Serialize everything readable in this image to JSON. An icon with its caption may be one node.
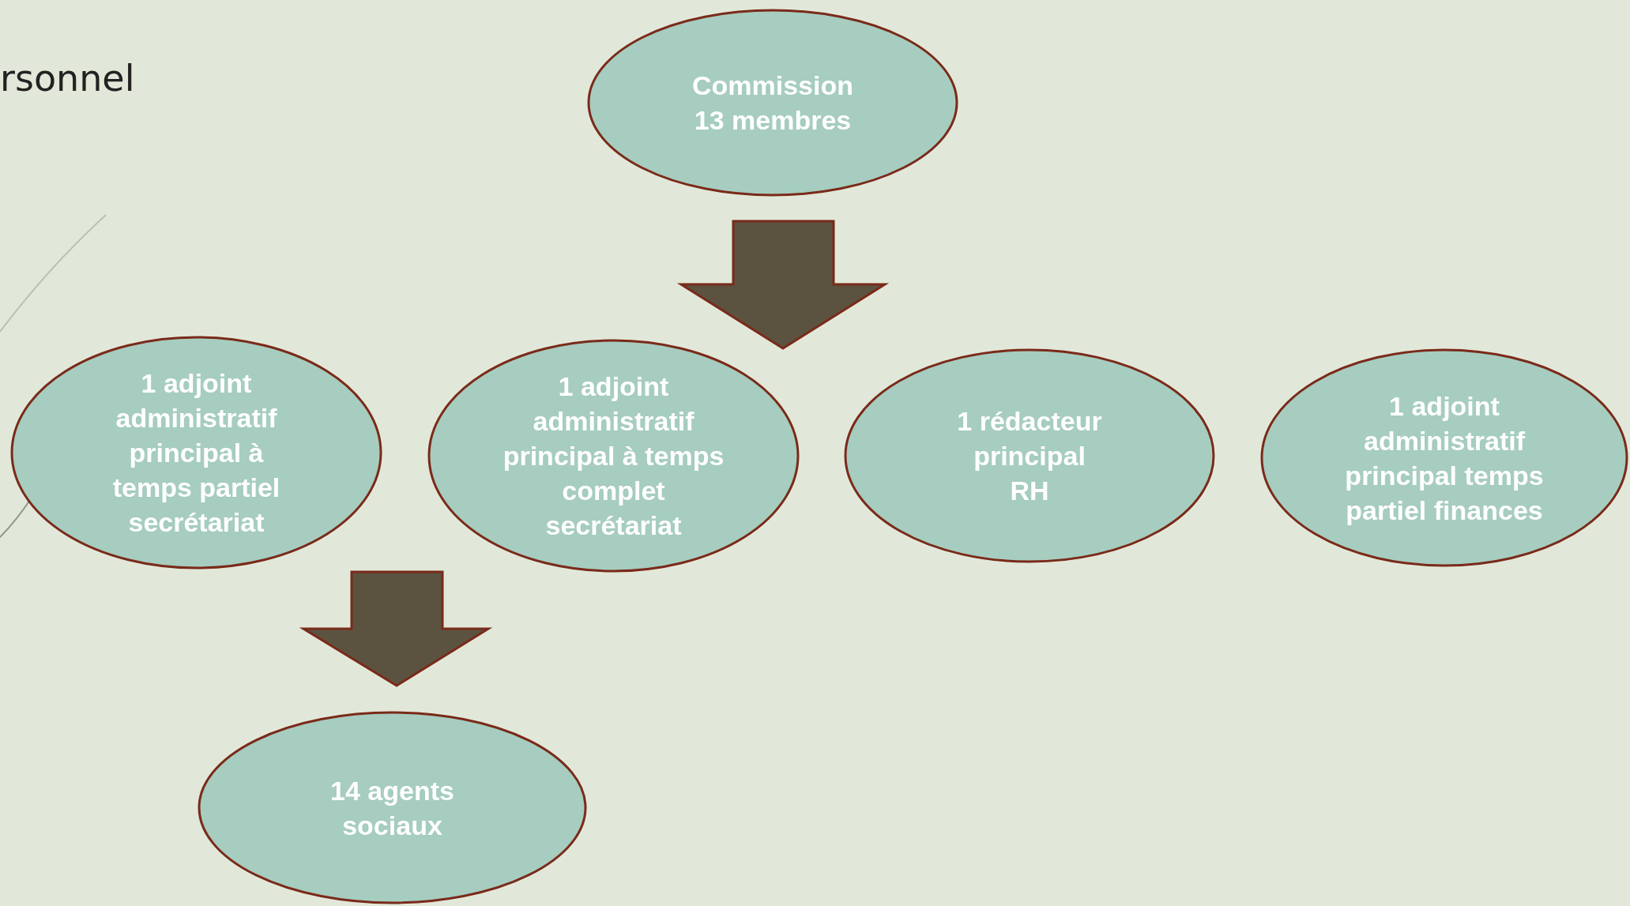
{
  "diagram": {
    "title": "rsonnel",
    "nodes": [
      {
        "text": [
          "Commission 13 membres"
        ]
      },
      {
        "text": [
          "1 adjoint administratif principal à temps partiel secrétariat"
        ]
      },
      {
        "text": [
          "1 adjoint administratif principal à temps complet secrétariat"
        ]
      },
      {
        "text": [
          "1 rédacteur principal RH"
        ]
      },
      {
        "text": [
          "1 adjoint administratif principal temps partiel finances"
        ]
      },
      {
        "text": [
          "14 agents sociaux"
        ]
      }
    ],
    "edges": [
      {
        "from": 0,
        "to": 2,
        "arrow": "to",
        "style": "thick"
      },
      {
        "from": 1,
        "to": 5,
        "arrow": "to",
        "style": "thick"
      }
    ]
  }
}
